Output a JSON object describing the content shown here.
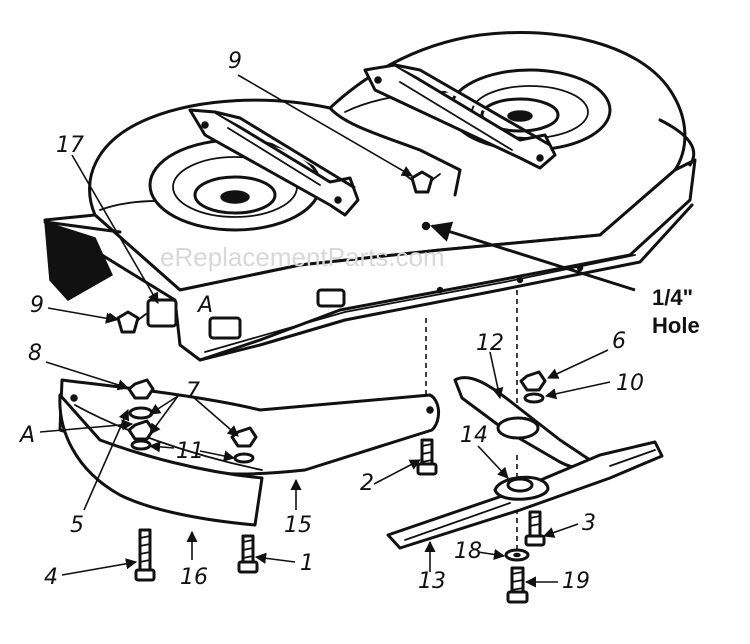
{
  "watermark": "eReplacementParts.com",
  "callout": {
    "line1": "1/4\"",
    "line2": "Hole"
  },
  "labels": {
    "p1": "1",
    "p2": "2",
    "p3": "3",
    "p4": "4",
    "p5": "5",
    "p6": "6",
    "p7": "7",
    "p8": "8",
    "p9_top": "9",
    "p9_left": "9",
    "p10": "10",
    "p11": "11",
    "p12": "12",
    "p13": "13",
    "p14": "14",
    "p15": "15",
    "p16": "16",
    "p17": "17",
    "p18": "18",
    "p19": "19",
    "a_left": "A",
    "a_deck": "A"
  },
  "colors": {
    "ink": "#111111",
    "paper": "#ffffff"
  }
}
